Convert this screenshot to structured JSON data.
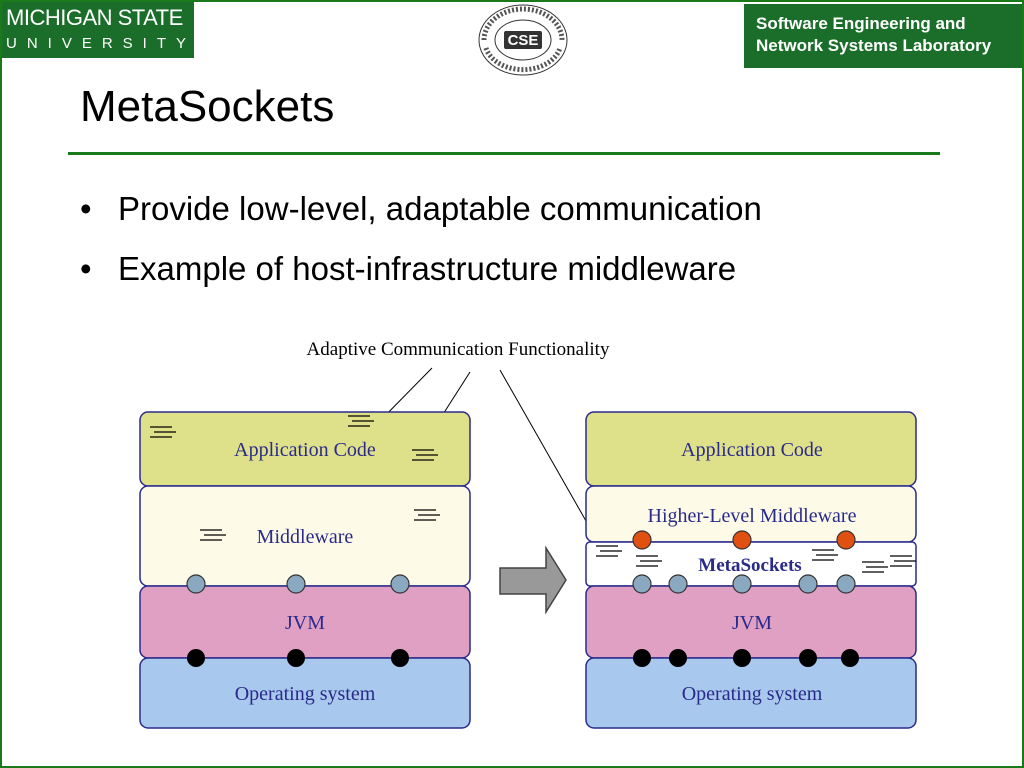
{
  "header": {
    "university_line1": "MICHIGAN STATE",
    "university_line2": "UNIVERSITY",
    "seal_text": "The Department of Computer Science and Engineering",
    "seal_abbrev": "CSE",
    "lab_line1": "Software Engineering and",
    "lab_line2": "Network Systems Laboratory"
  },
  "slide": {
    "title": "MetaSockets",
    "bullets": [
      "Provide low-level, adaptable communication",
      "Example of host-infrastructure middleware"
    ]
  },
  "diagram": {
    "annotation": "Adaptive Communication Functionality",
    "left_stack": {
      "layers": [
        {
          "label": "Application Code",
          "color": "#dfe08a"
        },
        {
          "label": "Middleware",
          "color": "#fdfbe8"
        },
        {
          "label": "JVM",
          "color": "#e0a0c4"
        },
        {
          "label": "Operating system",
          "color": "#a8c8ee"
        }
      ]
    },
    "right_stack": {
      "layers": [
        {
          "label": "Application Code",
          "color": "#dfe08a"
        },
        {
          "label": "Higher-Level Middleware",
          "color": "#fdfbe8"
        },
        {
          "label": "MetaSockets",
          "color": "#ffffff"
        },
        {
          "label": "JVM",
          "color": "#e0a0c4"
        },
        {
          "label": "Operating system",
          "color": "#a8c8ee"
        }
      ]
    },
    "colors": {
      "middleware_text": "#2a2a8a",
      "socket_blue": "#8aa8c0",
      "socket_red": "#e05010",
      "socket_black": "#000000",
      "arrow": "#999999",
      "brand_green": "#1a6e2a"
    }
  }
}
